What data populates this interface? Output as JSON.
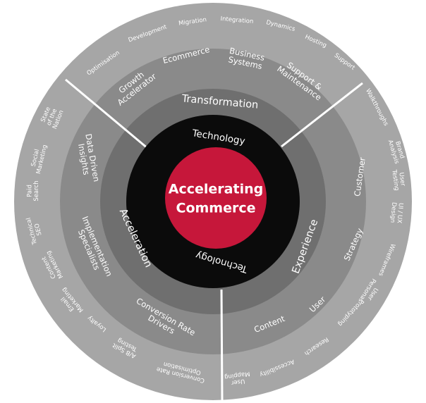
{
  "center": {
    "line1": "Accelerating",
    "line2": "Commerce"
  },
  "technology": {
    "top": "Technology",
    "bottom": "Technology"
  },
  "ring3": [
    "Transformation",
    "Experience",
    "Acceleration"
  ],
  "ring2": [
    {
      "id": "growth-accelerator",
      "lines": [
        "Growth",
        "Accelerator"
      ]
    },
    {
      "id": "ecommerce",
      "lines": [
        "Ecommerce"
      ]
    },
    {
      "id": "business-systems",
      "lines": [
        "Business",
        "Systems"
      ]
    },
    {
      "id": "support-maintenance",
      "lines": [
        "Support &",
        "Maintenance"
      ]
    },
    {
      "id": "customer",
      "lines": [
        "Customer"
      ]
    },
    {
      "id": "strategy",
      "lines": [
        "Strategy"
      ]
    },
    {
      "id": "user",
      "lines": [
        "User"
      ]
    },
    {
      "id": "content",
      "lines": [
        "Content"
      ]
    },
    {
      "id": "conversion-rate-drivers",
      "lines": [
        "Conversion Rate",
        "Drivers"
      ]
    },
    {
      "id": "implementation-specialists",
      "lines": [
        "Implementation",
        "Specialists"
      ]
    },
    {
      "id": "data-driven-insights",
      "lines": [
        "Data Driven",
        "Insights"
      ]
    }
  ],
  "ring1": [
    {
      "id": "optimisation",
      "lines": [
        "Optimisation"
      ]
    },
    {
      "id": "development",
      "lines": [
        "Development"
      ]
    },
    {
      "id": "migration",
      "lines": [
        "Migration"
      ]
    },
    {
      "id": "integration",
      "lines": [
        "Integration"
      ]
    },
    {
      "id": "dynamics",
      "lines": [
        "Dynamics"
      ]
    },
    {
      "id": "hosting",
      "lines": [
        "Hosting"
      ]
    },
    {
      "id": "support",
      "lines": [
        "Support"
      ]
    },
    {
      "id": "walkthroughs",
      "lines": [
        "Walkthroughs"
      ]
    },
    {
      "id": "brand-analysis",
      "lines": [
        "Brand",
        "Analysis"
      ]
    },
    {
      "id": "user-testing",
      "lines": [
        "User",
        "Testing"
      ]
    },
    {
      "id": "ui-ux-design",
      "lines": [
        "UI / UX",
        "Design"
      ]
    },
    {
      "id": "wireframes",
      "lines": [
        "Wireframes"
      ]
    },
    {
      "id": "user-personas",
      "lines": [
        "User",
        "Personas"
      ]
    },
    {
      "id": "prototyping",
      "lines": [
        "Prototyping"
      ]
    },
    {
      "id": "research",
      "lines": [
        "Research"
      ]
    },
    {
      "id": "accessibility",
      "lines": [
        "Accessibility"
      ]
    },
    {
      "id": "user-mapping",
      "lines": [
        "User",
        "Mapping"
      ]
    },
    {
      "id": "conversion-rate-optimisation",
      "lines": [
        "Conversion Rate",
        "Optimisation"
      ]
    },
    {
      "id": "ab-split-testing",
      "lines": [
        "A/B Split",
        "Testing"
      ]
    },
    {
      "id": "loyalty",
      "lines": [
        "Loyalty"
      ]
    },
    {
      "id": "email-marketing",
      "lines": [
        "Email",
        "Marketing"
      ]
    },
    {
      "id": "content-marketing",
      "lines": [
        "Content",
        "Marketing"
      ]
    },
    {
      "id": "technical-seo",
      "lines": [
        "Technical",
        "SEO"
      ]
    },
    {
      "id": "paid-search",
      "lines": [
        "Paid",
        "Search"
      ]
    },
    {
      "id": "social-marketing",
      "lines": [
        "Social",
        "Marketing"
      ]
    },
    {
      "id": "state-of-the-nation",
      "lines": [
        "State",
        "of the",
        "Nation"
      ]
    }
  ],
  "colors": {
    "outer_ring": "#a6a6a6",
    "mid_ring": "#8a8a8a",
    "inner_ring": "#6f6f6f",
    "technology_ring": "#0b0b0b",
    "core": "#c6173a",
    "label": "#ffffff"
  }
}
